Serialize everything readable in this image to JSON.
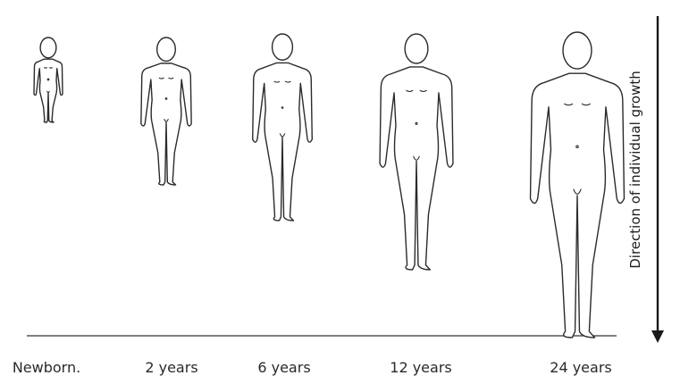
{
  "figures": [
    {
      "label": "Newborn.",
      "age_years": 0
    },
    {
      "label": "2 years",
      "age_years": 2
    },
    {
      "label": "6 years",
      "age_years": 6
    },
    {
      "label": "12 years",
      "age_years": 12
    },
    {
      "label": "24 years",
      "age_years": 24
    }
  ],
  "side_label": "Direction of individual growth",
  "colors": {
    "line": "#2b2b2b",
    "background": "#ffffff"
  }
}
